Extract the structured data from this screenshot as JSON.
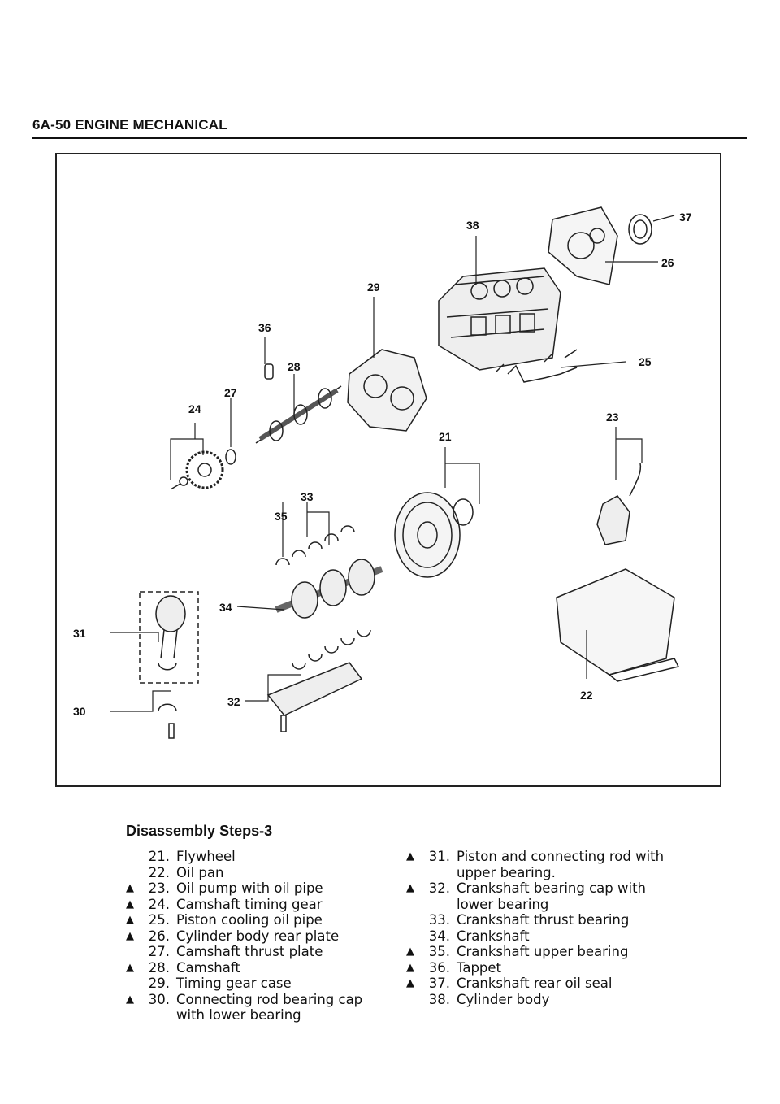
{
  "header": {
    "title": "6A-50 ENGINE MECHANICAL"
  },
  "figure": {
    "callouts": [
      "21",
      "22",
      "23",
      "24",
      "25",
      "26",
      "27",
      "28",
      "29",
      "30",
      "31",
      "32",
      "33",
      "34",
      "35",
      "36",
      "37",
      "38"
    ]
  },
  "steps": {
    "title": "Disassembly Steps-3",
    "left": [
      {
        "mark": "",
        "num": "21.",
        "text": "Flywheel"
      },
      {
        "mark": "",
        "num": "22.",
        "text": "Oil pan"
      },
      {
        "mark": "▲",
        "num": "23.",
        "text": "Oil pump with oil pipe"
      },
      {
        "mark": "▲",
        "num": "24.",
        "text": "Camshaft timing gear"
      },
      {
        "mark": "▲",
        "num": "25.",
        "text": "Piston cooling oil pipe"
      },
      {
        "mark": "▲",
        "num": "26.",
        "text": "Cylinder body rear plate"
      },
      {
        "mark": "",
        "num": "27.",
        "text": "Camshaft thrust plate"
      },
      {
        "mark": "▲",
        "num": "28.",
        "text": "Camshaft"
      },
      {
        "mark": "",
        "num": "29.",
        "text": "Timing gear case"
      },
      {
        "mark": "▲",
        "num": "30.",
        "text": "Connecting rod bearing cap with lower bearing"
      }
    ],
    "right": [
      {
        "mark": "▲",
        "num": "31.",
        "text": "Piston and connecting rod with upper bearing."
      },
      {
        "mark": "▲",
        "num": "32.",
        "text": "Crankshaft bearing cap with lower bearing"
      },
      {
        "mark": "",
        "num": "33.",
        "text": "Crankshaft thrust bearing"
      },
      {
        "mark": "",
        "num": "34.",
        "text": "Crankshaft"
      },
      {
        "mark": "▲",
        "num": "35.",
        "text": "Crankshaft upper bearing"
      },
      {
        "mark": "▲",
        "num": "36.",
        "text": "Tappet"
      },
      {
        "mark": "▲",
        "num": "37.",
        "text": "Crankshaft rear oil seal"
      },
      {
        "mark": "",
        "num": "38.",
        "text": "Cylinder body"
      }
    ]
  }
}
